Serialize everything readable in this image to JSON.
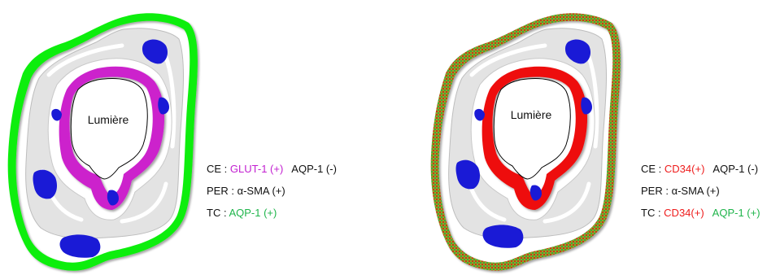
{
  "panels": [
    {
      "lumen_label": "Lumière",
      "legend": {
        "ce": {
          "prefix": "CE : ",
          "marker1": "GLUT-1 (+)",
          "marker2": "AQP-1 (-)"
        },
        "per": {
          "text": "PER : α-SMA (+)"
        },
        "tc": {
          "prefix": "TC : ",
          "marker1": "AQP-1 (+)"
        }
      },
      "colors": {
        "endothelium": "#cc22cc",
        "telocyte": "#11ee11",
        "pericyte": "#1a1ad6"
      }
    },
    {
      "lumen_label": "Lumière",
      "legend": {
        "ce": {
          "prefix": "CE : ",
          "marker1": "CD34(+)",
          "marker2": "AQP-1 (-)"
        },
        "per": {
          "text": "PER : α-SMA (+)"
        },
        "tc": {
          "prefix": "TC : ",
          "marker1": "CD34(+)",
          "marker2": "AQP-1 (+)"
        }
      },
      "colors": {
        "endothelium": "#ee1111",
        "telocyte": "checker red/green",
        "pericyte": "#1a1ad6"
      }
    }
  ]
}
